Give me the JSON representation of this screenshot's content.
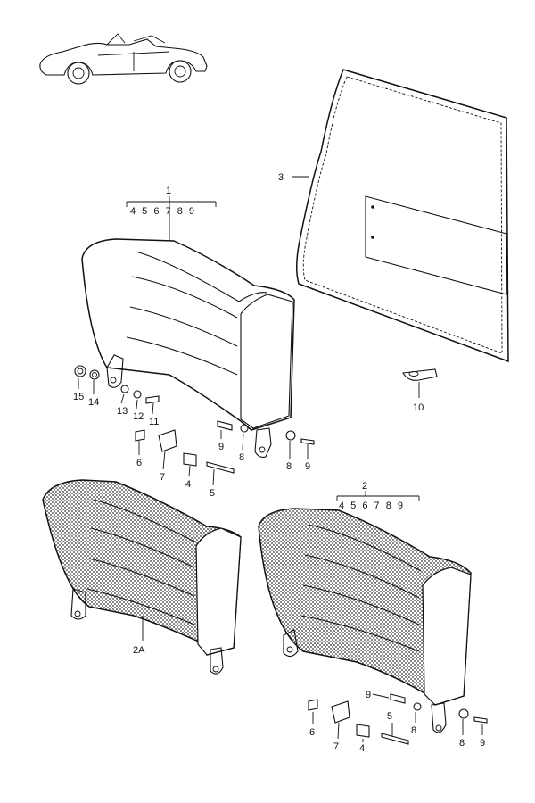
{
  "callouts": {
    "c1": "1",
    "c1_list": "4 5 6  7 8 9",
    "c2": "2",
    "c2_list": "4 5 6 7 8 9",
    "c2A": "2A",
    "c3": "3",
    "c10": "10",
    "top": {
      "c15": "15",
      "c14": "14",
      "c13": "13",
      "c12": "12",
      "c11": "11",
      "c9a": "9",
      "c8a": "8",
      "c8b": "8",
      "c9b": "9",
      "c6": "6",
      "c7": "7",
      "c4": "4",
      "c5": "5"
    },
    "bottom": {
      "c9a": "9",
      "c5": "5",
      "c8a": "8",
      "c8b": "8",
      "c9b": "9",
      "c6": "6",
      "c7": "7",
      "c4": "4"
    }
  },
  "colors": {
    "line": "#111111",
    "background": "#ffffff"
  }
}
